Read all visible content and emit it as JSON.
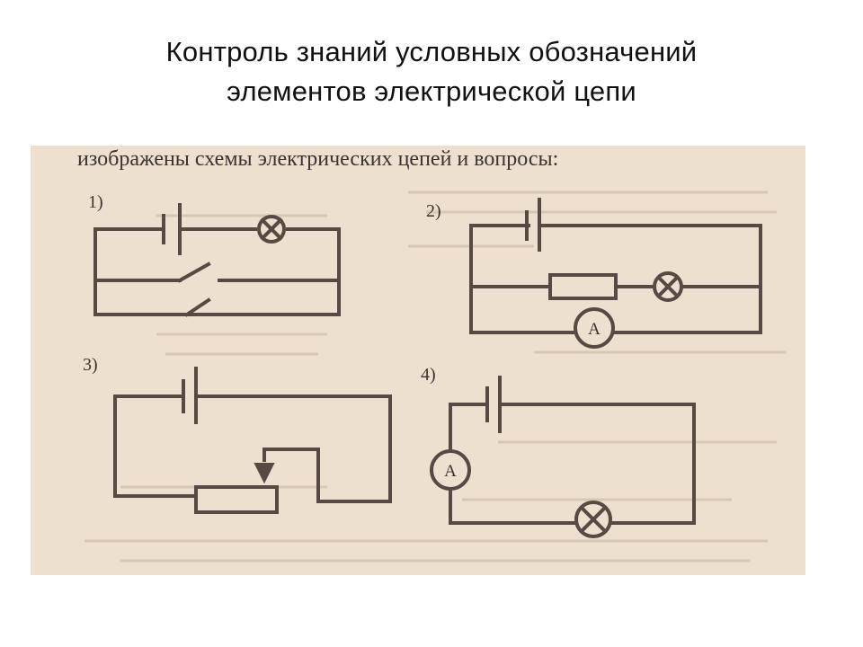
{
  "title": {
    "line1": "Контроль знаний условных обозначений",
    "line2": "элементов электрической цепи"
  },
  "scan": {
    "heading": "изображены схемы электрических цепей и вопросы:",
    "colors": {
      "paper": "#ede0cf",
      "ink": "#574a43",
      "faint": "#c9b9a6"
    },
    "diagrams": [
      {
        "label": "1)",
        "components": [
          "battery-icon",
          "lamp-icon",
          "switch-icon",
          "switch-icon"
        ]
      },
      {
        "label": "2)",
        "components": [
          "battery-icon",
          "resistor-icon",
          "lamp-icon",
          "ammeter-icon"
        ],
        "ammeter_letter": "A"
      },
      {
        "label": "3)",
        "components": [
          "battery-icon",
          "rheostat-icon"
        ]
      },
      {
        "label": "4)",
        "components": [
          "battery-icon",
          "ammeter-icon",
          "lamp-icon"
        ],
        "ammeter_letter": "A"
      }
    ]
  }
}
